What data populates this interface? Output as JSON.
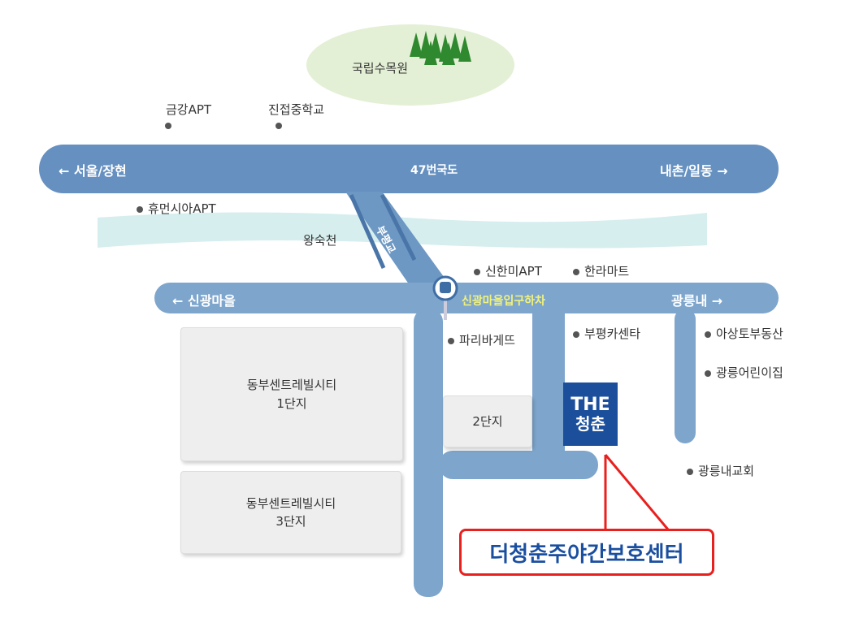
{
  "landmarks": {
    "arboretum": "국립수목원",
    "geumgang_apt": "금강APT",
    "jinjeop_school": "진접중학교",
    "humansia_apt": "휴먼시아APT",
    "river": "왕숙천",
    "bridge": "부평교",
    "shinhanmi_apt": "신한미APT",
    "halla_mart": "한라마트",
    "bus_stop": "신광마을입구하차",
    "paris_baguette": "파리바게뜨",
    "bupyeong_center": "부평카센타",
    "asangto_realty": "아상토부동산",
    "gwangneung_daycare": "광릉어린이집",
    "gwangneungnae_church": "광릉내교회"
  },
  "roads": {
    "main_west": "← 서울/장현",
    "main_name": "47번국도",
    "main_east": "내촌/일동 →",
    "second_west": "← 신광마을",
    "second_east": "광릉내 →"
  },
  "blocks": {
    "complex1_name": "동부센트레빌시티",
    "complex1_unit": "1단지",
    "complex3_name": "동부센트레빌시티",
    "complex3_unit": "3단지",
    "complex2": "2단지"
  },
  "logo": {
    "line1": "THE",
    "line2": "청춘"
  },
  "callout": {
    "label": "더청춘주야간보호센터"
  },
  "colors": {
    "road_main": "#6590c0",
    "road_minor": "#7ea6cd",
    "river": "#d6eeee",
    "forest": "#e4f0d6",
    "logo_bg": "#1b4f9c",
    "callout_border": "#e8201e",
    "callout_text": "#1a4fa0",
    "bus_stop_text": "#f2f27a"
  },
  "icons": [
    "bus-stop-icon",
    "tree-icon",
    "dot-marker-icon"
  ]
}
